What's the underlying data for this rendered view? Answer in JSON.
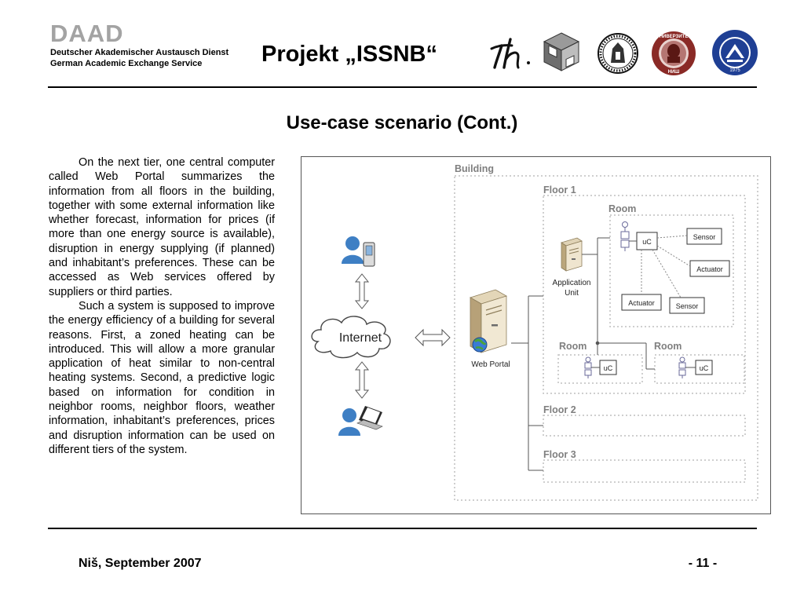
{
  "header": {
    "org_acronym": "DAAD",
    "org_name_de": "Deutscher Akademischer Austausch Dienst",
    "org_name_en": "German Academic Exchange Service",
    "project_title": "Projekt „ISSNB“",
    "logos": [
      "tu-logo",
      "cube-logo",
      "university-seal",
      "nis-university-seal",
      "banja-luka-university-seal"
    ]
  },
  "slide": {
    "title": "Use-case scenario (Cont.)",
    "paragraphs": [
      "On the next tier, one central computer called Web Portal summarizes the information from all floors in the building, together with some external information like whether forecast, information for prices (if more than one energy source is available), disruption in energy supplying (if planned) and inhabitant’s preferences. These can be accessed as Web services offered by suppliers or third parties.",
      "Such a system is supposed to improve the energy efficiency of a building for several reasons. First, a zoned heating can be introduced. This will allow a more granular application of heat similar to non-central heating systems. Second, a predictive logic based on information for condition in neighbor rooms, neighbor floors, weather information, inhabitant’s preferences, prices and disruption information can be used on different tiers of the system."
    ]
  },
  "diagram": {
    "building_label": "Building",
    "floor_1_label": "Floor 1",
    "floor_2_label": "Floor 2",
    "floor_3_label": "Floor 3",
    "room_label": "Room",
    "uc_label": "uC",
    "sensor_label": "Sensor",
    "actuator_label": "Actuator",
    "app_unit_label_1": "Application",
    "app_unit_label_2": "Unit",
    "web_portal_label": "Web Portal",
    "internet_label": "Internet",
    "icons": [
      "mobile-user-icon",
      "laptop-user-icon",
      "server-icon",
      "application-unit-icon",
      "internet-cloud-icon",
      "sensor-component-icon"
    ]
  },
  "footer": {
    "place_date": "Niš, September 2007",
    "page_number": "- 11 -"
  },
  "colors": {
    "daad_grey": "#a3a3a3",
    "frame_grey": "#bfbfbf",
    "label_grey": "#7f7f7f",
    "nis_seal_red": "#8a2a26",
    "banja_luka_seal_blue": "#1f3f94"
  }
}
